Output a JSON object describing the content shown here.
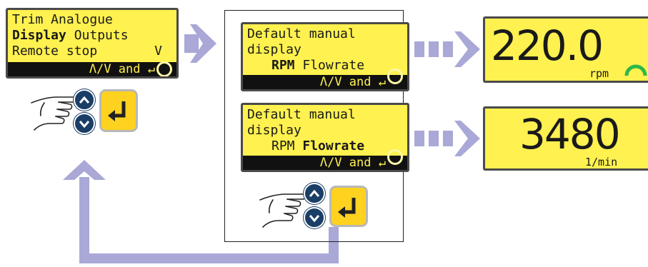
{
  "menu_screen": {
    "line1": "Trim Analogue",
    "line2_bold": "Display",
    "line2_rest": " Outputs",
    "line3_left": "Remote stop",
    "line3_right": "V",
    "nav_hint": "Λ/V and"
  },
  "screen_rpm": {
    "line1": "Default manual",
    "line2": "display",
    "opt_a": "RPM",
    "opt_b": "Flowrate",
    "selected": "RPM",
    "nav_hint": "Λ/V and"
  },
  "screen_flow": {
    "line1": "Default manual",
    "line2": "display",
    "opt_a": "RPM",
    "opt_b": "Flowrate",
    "selected": "Flowrate",
    "nav_hint": "Λ/V and"
  },
  "display_rpm": {
    "value": "220.0",
    "unit": "rpm"
  },
  "display_flow": {
    "value": "3480",
    "unit": "1/min"
  },
  "colors": {
    "lcd": "#fff14f",
    "arrow": "#a9a8d6",
    "button_blue": "#1a3e66",
    "enter_yellow": "#ffd21f",
    "indicator_green": "#2db84a"
  },
  "icons": [
    "hand-pointer-icon",
    "up-arrow-button-icon",
    "down-arrow-button-icon",
    "enter-key-icon",
    "right-arrow-icon",
    "dashed-arrow-icon",
    "loop-arrow-icon",
    "status-ring-icon"
  ]
}
